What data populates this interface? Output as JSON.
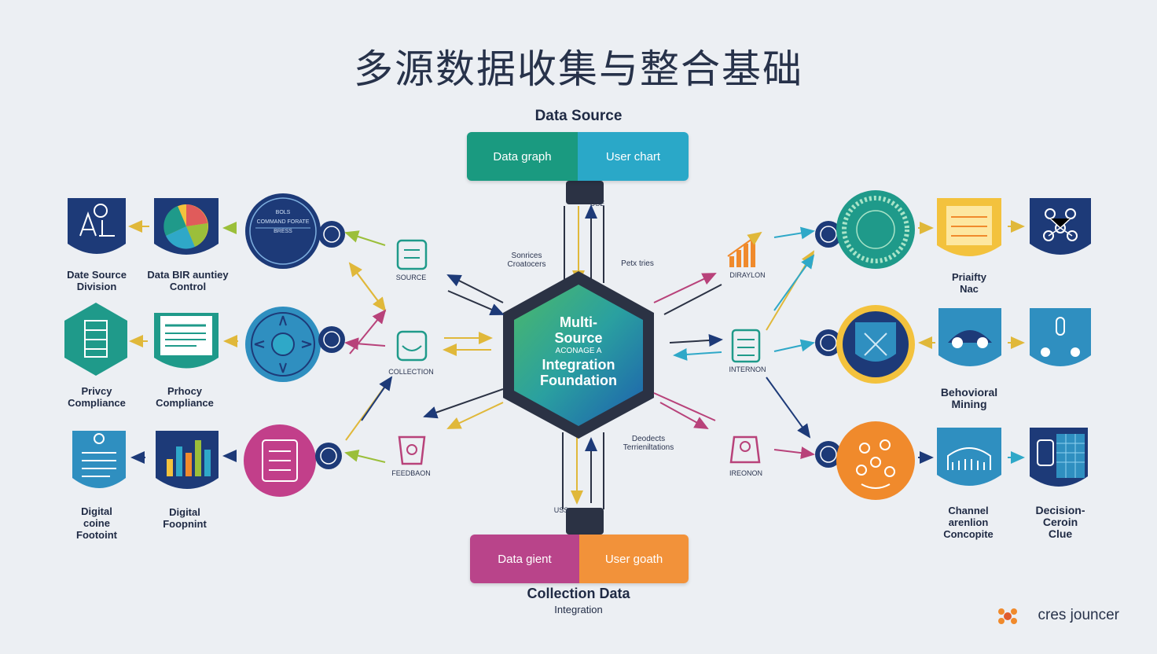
{
  "title": "多源数据收集与整合基础",
  "top": {
    "heading": "Data Source",
    "left_label": "Data graph",
    "right_label": "User chart",
    "connector_label": "USE"
  },
  "bottom": {
    "heading": "Collection Data",
    "subheading": "Integration",
    "left_label": "Data gient",
    "right_label": "User goath",
    "connector_label": "USS"
  },
  "center": {
    "line1": "Multi-",
    "line2": "Source",
    "small": "ACONAGE A",
    "line3": "Integration",
    "line4": "Foundation"
  },
  "notes": {
    "top_left": "Sonrices\nCroatocers",
    "top_right": "Petx tries",
    "bottom_right": "Deodects\nTerrieniltations"
  },
  "inner_left": [
    {
      "label": "SOURCE",
      "color": "#1f9a8a"
    },
    {
      "label": "COLLECTION",
      "color": "#1f9a8a"
    },
    {
      "label": "FEEDBAON",
      "color": "#b8427a"
    }
  ],
  "inner_right": [
    {
      "label": "DIRAYLON",
      "color": "#f08a2c"
    },
    {
      "label": "INTERNON",
      "color": "#1f9a8a"
    },
    {
      "label": "IREONON",
      "color": "#b8427a"
    }
  ],
  "left_labels": [
    "Date Source\nDivision",
    "Data BIR auntiey\nControl",
    "Privcy\nCompliance",
    "Prhocy\nCompliance",
    "Digital\ncoine\nFootoint",
    "Digital\nFoopnint"
  ],
  "right_labels": [
    "Priaifty\nNac",
    "Behovioral\nMining",
    "Channel\narenlion\nConcopite",
    "Decision-\nCeroin\nClue"
  ],
  "circle_texts": {
    "c1": "BOLS\nCOMMAND FORATE\nBRESS"
  },
  "brand": "cres jouncer",
  "colors": {
    "navy": "#1d3a78",
    "teal": "#1f9a8a",
    "cyan": "#2fa8c8",
    "green_yellow": "#a9c83a",
    "orange": "#f08a2c",
    "magenta": "#b8427a",
    "yellow": "#f3c23d"
  }
}
